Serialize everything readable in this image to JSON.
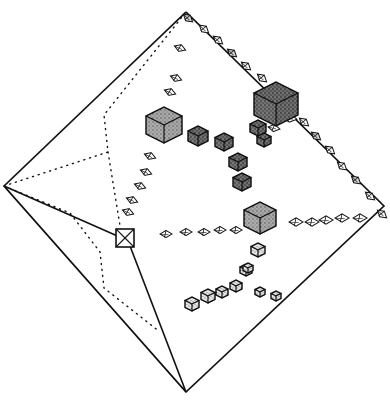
{
  "figure": {
    "kind": "octahedral composition diagram",
    "background": "#ffffff",
    "ink": "#111111",
    "dark_fill": "#3a3a3a",
    "mid_fill": "#8a8a8a",
    "light_fill": "#d6d6d6",
    "text": ""
  },
  "motifs": {
    "large_cubes": 3,
    "small_dark_cubes": 6,
    "speckled_cubes": 9,
    "octahedra_on_edges": 30,
    "marked_square": 1
  }
}
